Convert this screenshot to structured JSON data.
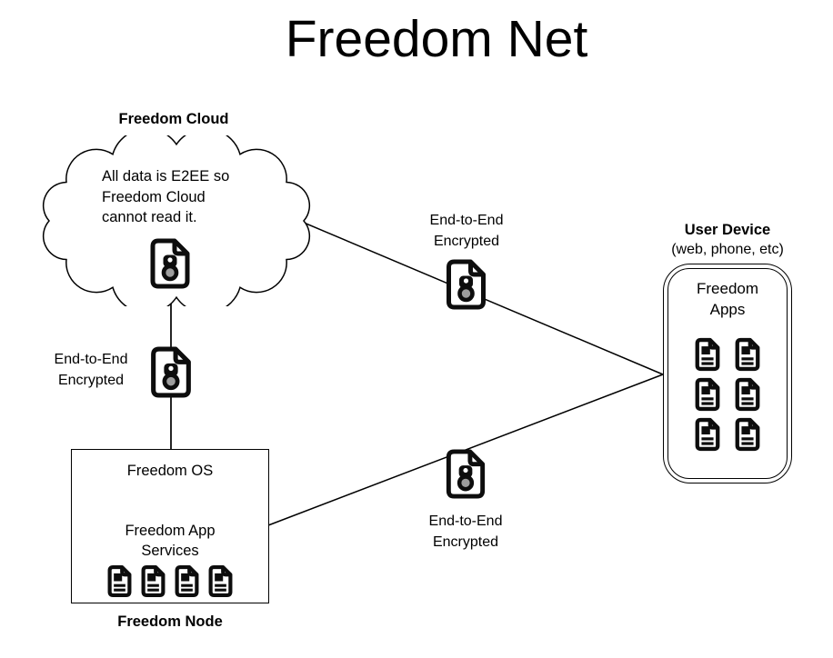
{
  "title": "Freedom Net",
  "cloud": {
    "label": "Freedom Cloud",
    "lines": [
      "All data is E2EE so",
      "Freedom Cloud",
      "cannot read it."
    ]
  },
  "e2ee_labels": [
    {
      "id": "left",
      "line1": "End-to-End",
      "line2": "Encrypted"
    },
    {
      "id": "top",
      "line1": "End-to-End",
      "line2": "Encrypted"
    },
    {
      "id": "bottom",
      "line1": "End-to-End",
      "line2": "Encrypted"
    }
  ],
  "node": {
    "os_label": "Freedom OS",
    "services_lines": [
      "Freedom App",
      "Services"
    ],
    "caption": "Freedom Node",
    "service_icon_count": 4
  },
  "device": {
    "label": "User Device",
    "sublabel": "(web, phone, etc)",
    "apps_lines": [
      "Freedom",
      "Apps"
    ],
    "app_icon_count": 6
  },
  "icons": {
    "encrypted_file": "lock-file-icon",
    "app_file": "document-icon"
  },
  "colors": {
    "stroke": "#000000",
    "icon_ink": "#0d0d0d",
    "lock_circle_fill": "#9e9e9e",
    "background": "#ffffff"
  }
}
